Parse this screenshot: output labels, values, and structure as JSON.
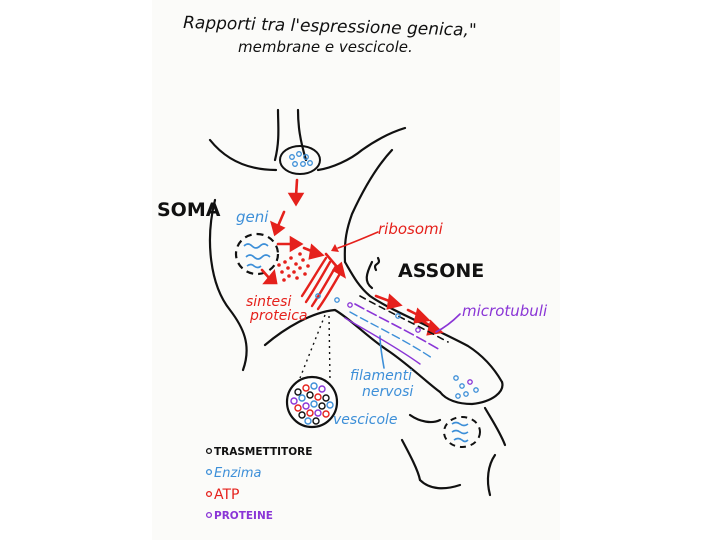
{
  "title": {
    "line1": "Rapporti tra l'espressione genica,\"",
    "line2": "membrane e vescicole."
  },
  "labels": {
    "soma": "SOMA",
    "geni": "geni",
    "ribosomi": "ribosomi",
    "assone": "ASSONE",
    "sintesi_line1": "sintesi",
    "sintesi_line2": "proteica",
    "microtubuli": "microtubuli",
    "filamenti_line1": "filamenti",
    "filamenti_line2": "nervosi",
    "vescicole": "vescicole"
  },
  "legend": [
    {
      "text": "TRASMETTITORE",
      "color": "#111111"
    },
    {
      "text": "Enzima",
      "color": "#3d8fd8"
    },
    {
      "text": "ATP",
      "color": "#e5211c"
    },
    {
      "text": "PROTEINE",
      "color": "#8a35d6"
    }
  ],
  "colors": {
    "ink": "#111111",
    "blue": "#3d8fd8",
    "red": "#e5211c",
    "purple": "#8a35d6"
  }
}
